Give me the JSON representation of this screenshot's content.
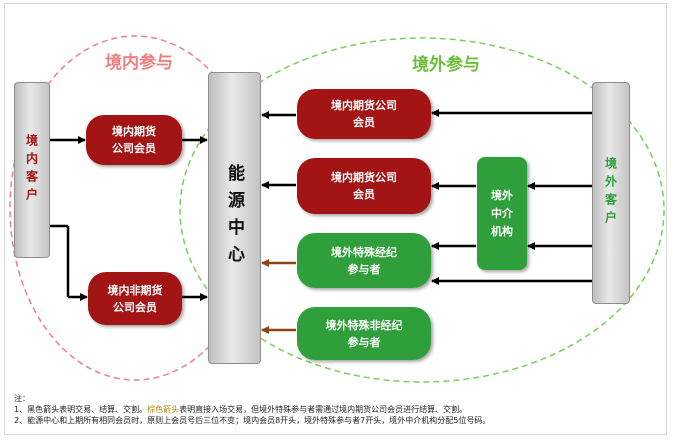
{
  "colors": {
    "red_node": "#a31515",
    "green_node": "#2e9f3a",
    "domestic_ring": "#f08080",
    "overseas_ring": "#7ccd5a",
    "black_arrow": "#000000",
    "brown_arrow": "#8b4513"
  },
  "headings": {
    "domestic": "境内参与",
    "overseas": "境外参与"
  },
  "nodes": {
    "domestic_client": "境内客户",
    "energy_center": "能源中心",
    "overseas_client": "境外客户",
    "intermediary": "境外中介机构",
    "dom_futures_member": [
      "境内期货",
      "公司会员"
    ],
    "dom_nonfutures_member": [
      "境内非期货",
      "公司会员"
    ],
    "right_futures_member_1": [
      "境内期货公司",
      "会员"
    ],
    "right_futures_member_2": [
      "境内期货公司",
      "会员"
    ],
    "special_broker": [
      "境外特殊经纪",
      "参与者"
    ],
    "special_nonbroker": [
      "境外特殊非经纪",
      "参与者"
    ]
  },
  "notes": {
    "title": "注：",
    "line1_a": "1、黑色箭头表明交易、结算、交割。",
    "line1_b": "棕色箭头",
    "line1_c": "表明直接入场交易，但境外特殊参与者需通过境内期货公司会员进行结算、交割。",
    "line2": "2、能源中心和上期所有相同会员时，原则上会员号后三位不变；境内会员8开头，境外特殊参与者7开头，境外中介机构分配5位号码。"
  }
}
